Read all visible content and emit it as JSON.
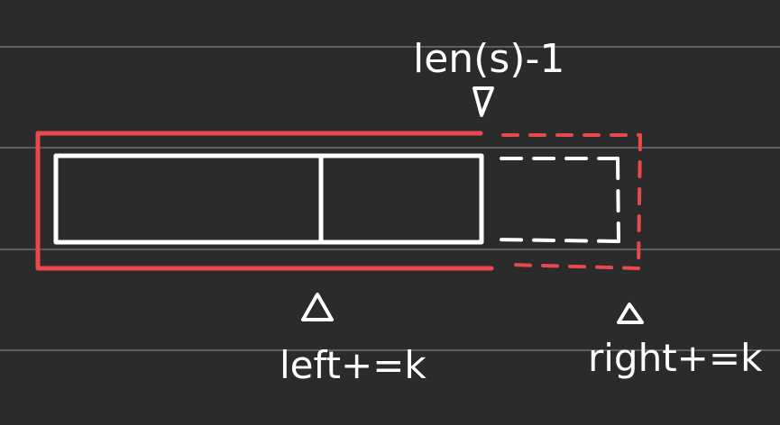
{
  "labels": {
    "top_index": "len(s)-1",
    "left_pointer": "left+=k",
    "right_pointer": "right+=k"
  },
  "colors": {
    "background": "#2b2b2b",
    "ruled_line": "#5e5e5e",
    "array_box": "#ffffff",
    "window_outline": "#e8494b"
  },
  "icons": {
    "top_marker": "down-triangle-icon",
    "left_marker": "up-triangle-icon",
    "right_marker": "up-triangle-icon"
  }
}
